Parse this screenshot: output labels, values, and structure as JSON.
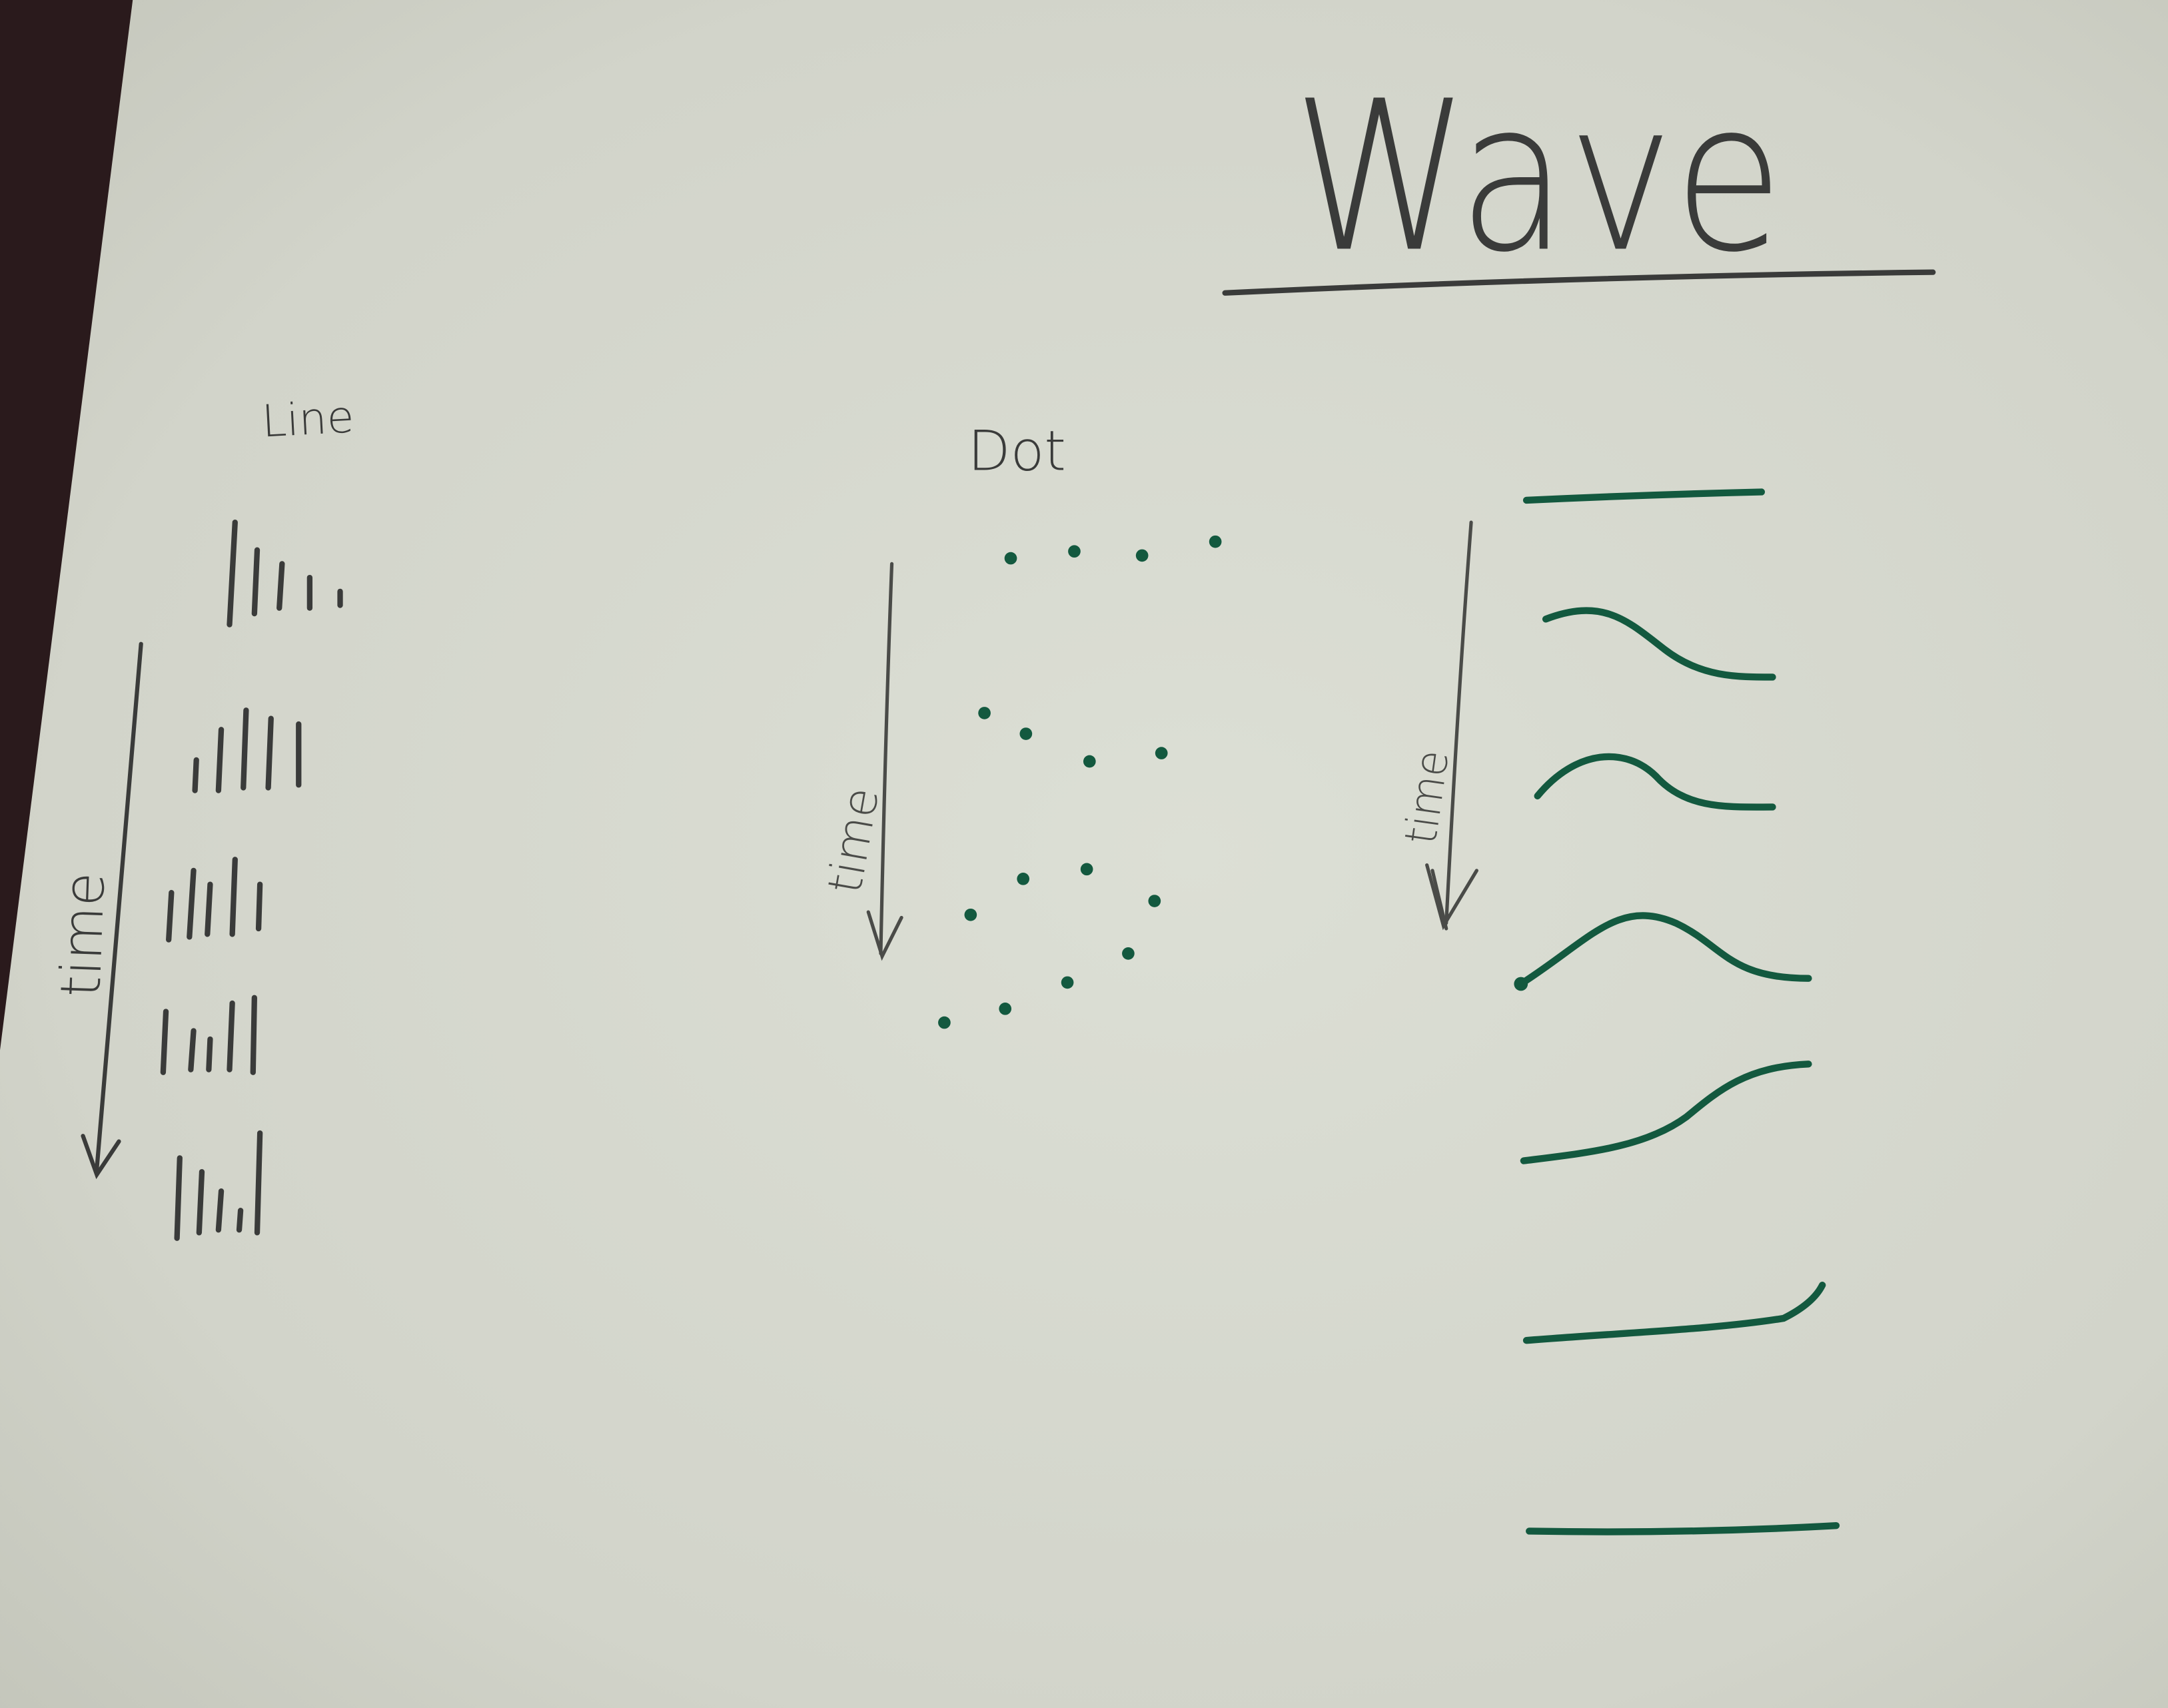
{
  "title": "Wave",
  "sections": {
    "line": {
      "label": "Line",
      "axis_label": "time"
    },
    "dot": {
      "label": "Dot",
      "axis_label": "time"
    },
    "wave": {
      "axis_label": "time"
    }
  },
  "colors": {
    "background": "#2a1a1c",
    "paper": "#d4d6cc",
    "pencil": "#3a3b3a",
    "ink": "#13593f"
  }
}
